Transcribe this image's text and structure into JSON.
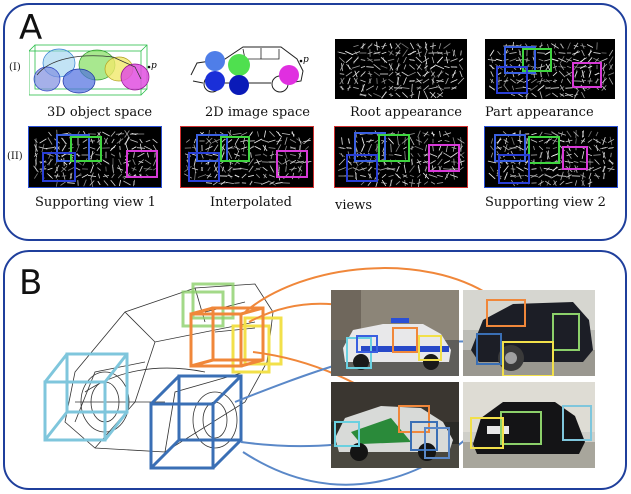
{
  "panel_a": {
    "letter": "A",
    "row1_label": "(I)",
    "row2_label": "(II)",
    "point_label_3d": "p",
    "point_label_2d": "p",
    "captions_row1": [
      "3D object space",
      "2D image space",
      "Root appearance",
      "Part appearance"
    ],
    "captions_row2": [
      "Supporting view 1",
      "Interpolated",
      "views",
      "Supporting view 2"
    ]
  },
  "panel_b": {
    "letter": "B"
  },
  "colors": {
    "frame": "#1f3f9c",
    "part_blue": "#2a4fd6",
    "part_green": "#3fd43f",
    "part_magenta": "#d83ad8",
    "part_orange": "#f0873a",
    "part_yellow": "#f2e04a",
    "part_lightblue": "#7fc6dc",
    "part_steelblue": "#3a6fb5"
  }
}
